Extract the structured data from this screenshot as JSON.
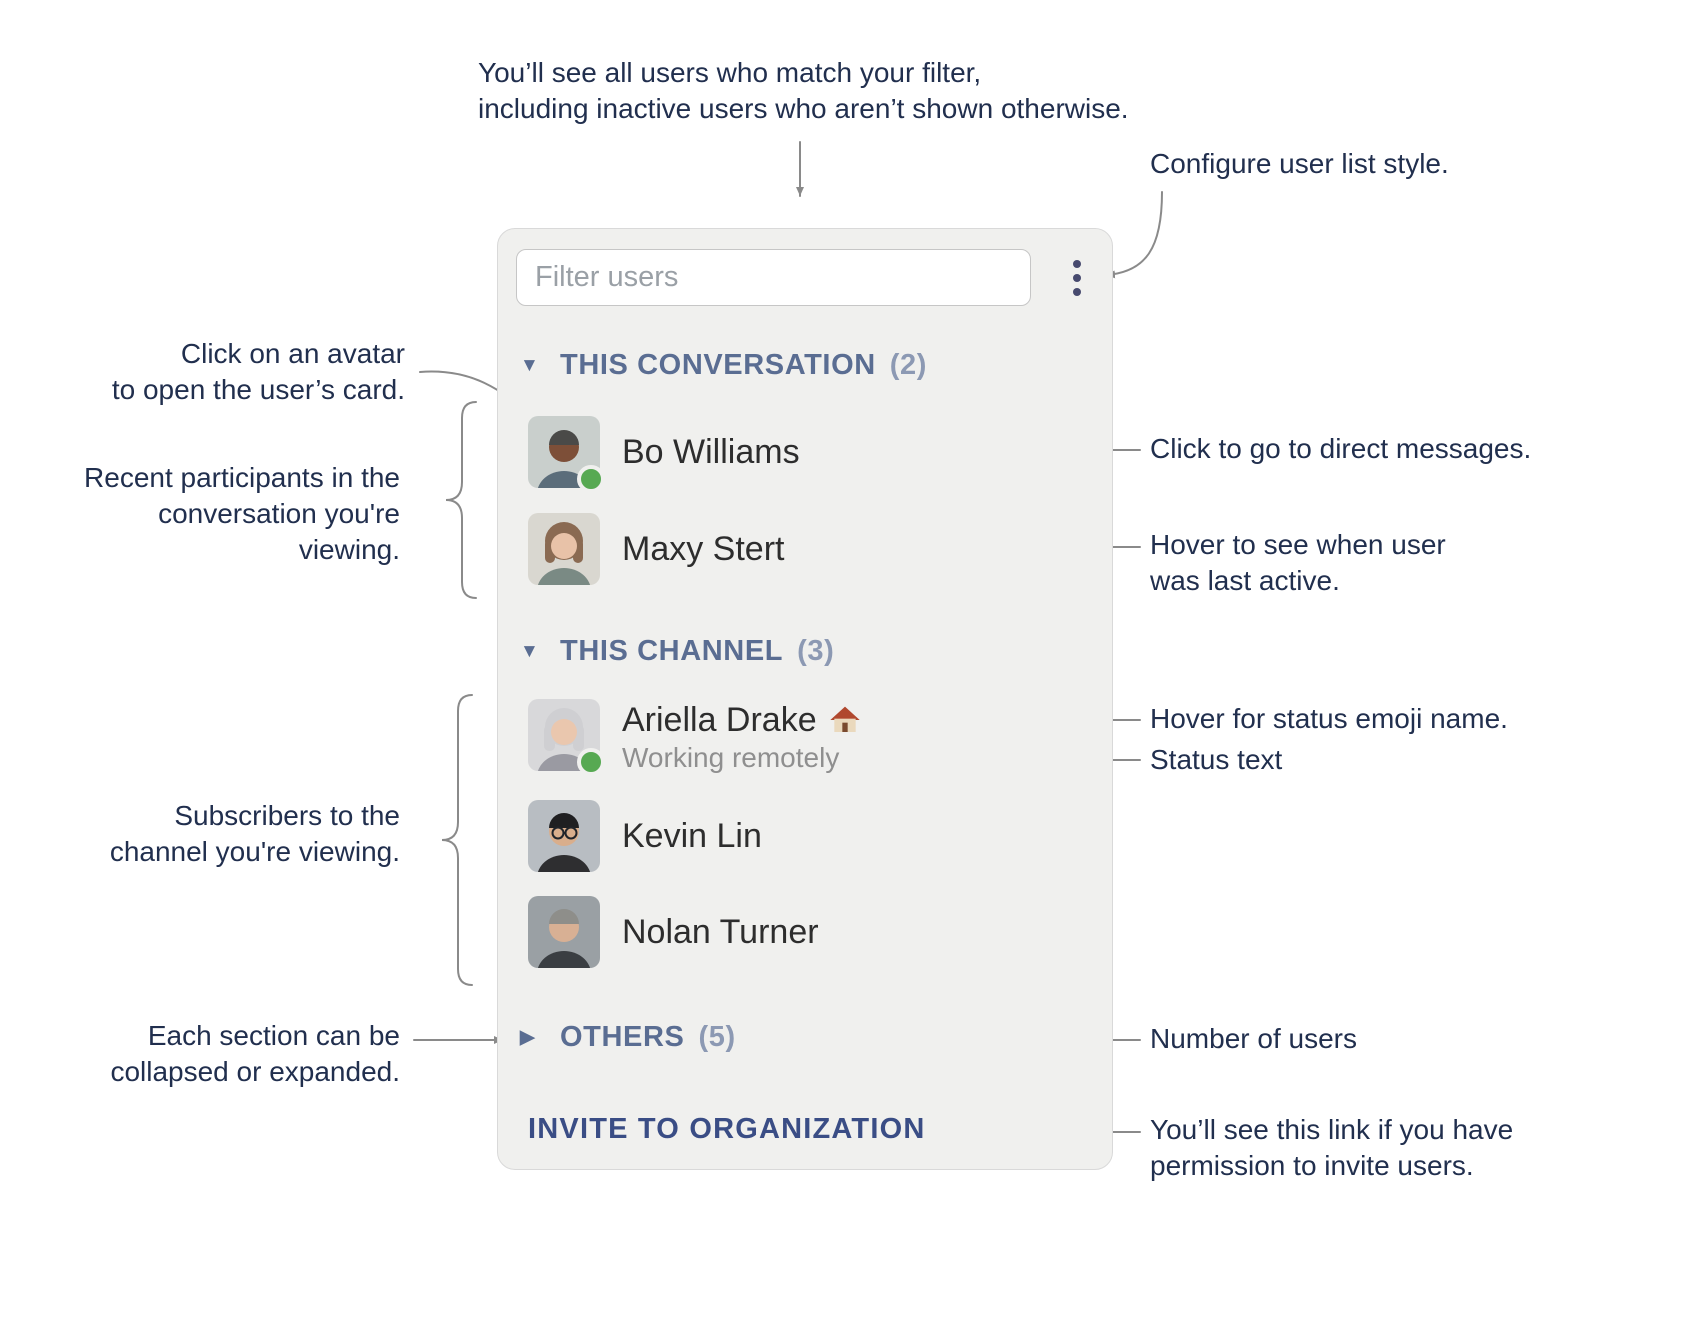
{
  "colors": {
    "section_header": "#5a6d92",
    "section_count": "#8c99b3",
    "invite_link": "#3a4d85",
    "presence_online": "#57a952",
    "annotation_text": "#212f4e",
    "panel_background": "#f0f0ee"
  },
  "panel": {
    "filter_placeholder": "Filter users",
    "menu_icon": "vertical-ellipsis-icon",
    "sections": [
      {
        "chevron": "▼",
        "label": "THIS CONVERSATION",
        "count": "(2)",
        "users": [
          {
            "name": "Bo Williams",
            "online": true
          },
          {
            "name": "Maxy Stert",
            "online": false
          }
        ]
      },
      {
        "chevron": "▼",
        "label": "THIS CHANNEL",
        "count": "(3)",
        "users": [
          {
            "name": "Ariella Drake",
            "status_emoji": "🏠",
            "status_text": "Working remotely",
            "online": true
          },
          {
            "name": "Kevin Lin",
            "online": false
          },
          {
            "name": "Nolan Turner",
            "online": false
          }
        ]
      },
      {
        "chevron": "▶",
        "label": "OTHERS",
        "count": "(5)",
        "users": []
      }
    ],
    "invite_link": "INVITE TO ORGANIZATION"
  },
  "annotations": {
    "filter_note": {
      "line1": "You’ll see all users who match your filter,",
      "line2": "including inactive users who aren’t shown otherwise."
    },
    "configure_note": "Configure user list style.",
    "avatar_note": {
      "line1": "Click on an avatar",
      "line2": "to open the user’s card."
    },
    "recent_note": {
      "line1": "Recent participants in the",
      "line2": "conversation you're viewing."
    },
    "dm_note": "Click to go to direct messages.",
    "last_active_note": {
      "line1": "Hover to see when user",
      "line2": "was last active."
    },
    "emoji_note": "Hover for status emoji name.",
    "status_note": "Status text",
    "subscribers_note": {
      "line1": "Subscribers to the",
      "line2": "channel you're viewing."
    },
    "collapse_note": {
      "line1": "Each section can be",
      "line2": "collapsed or expanded."
    },
    "count_note": "Number of users",
    "invite_note": {
      "line1": "You’ll see this link if you have",
      "line2": "permission to invite users."
    }
  }
}
